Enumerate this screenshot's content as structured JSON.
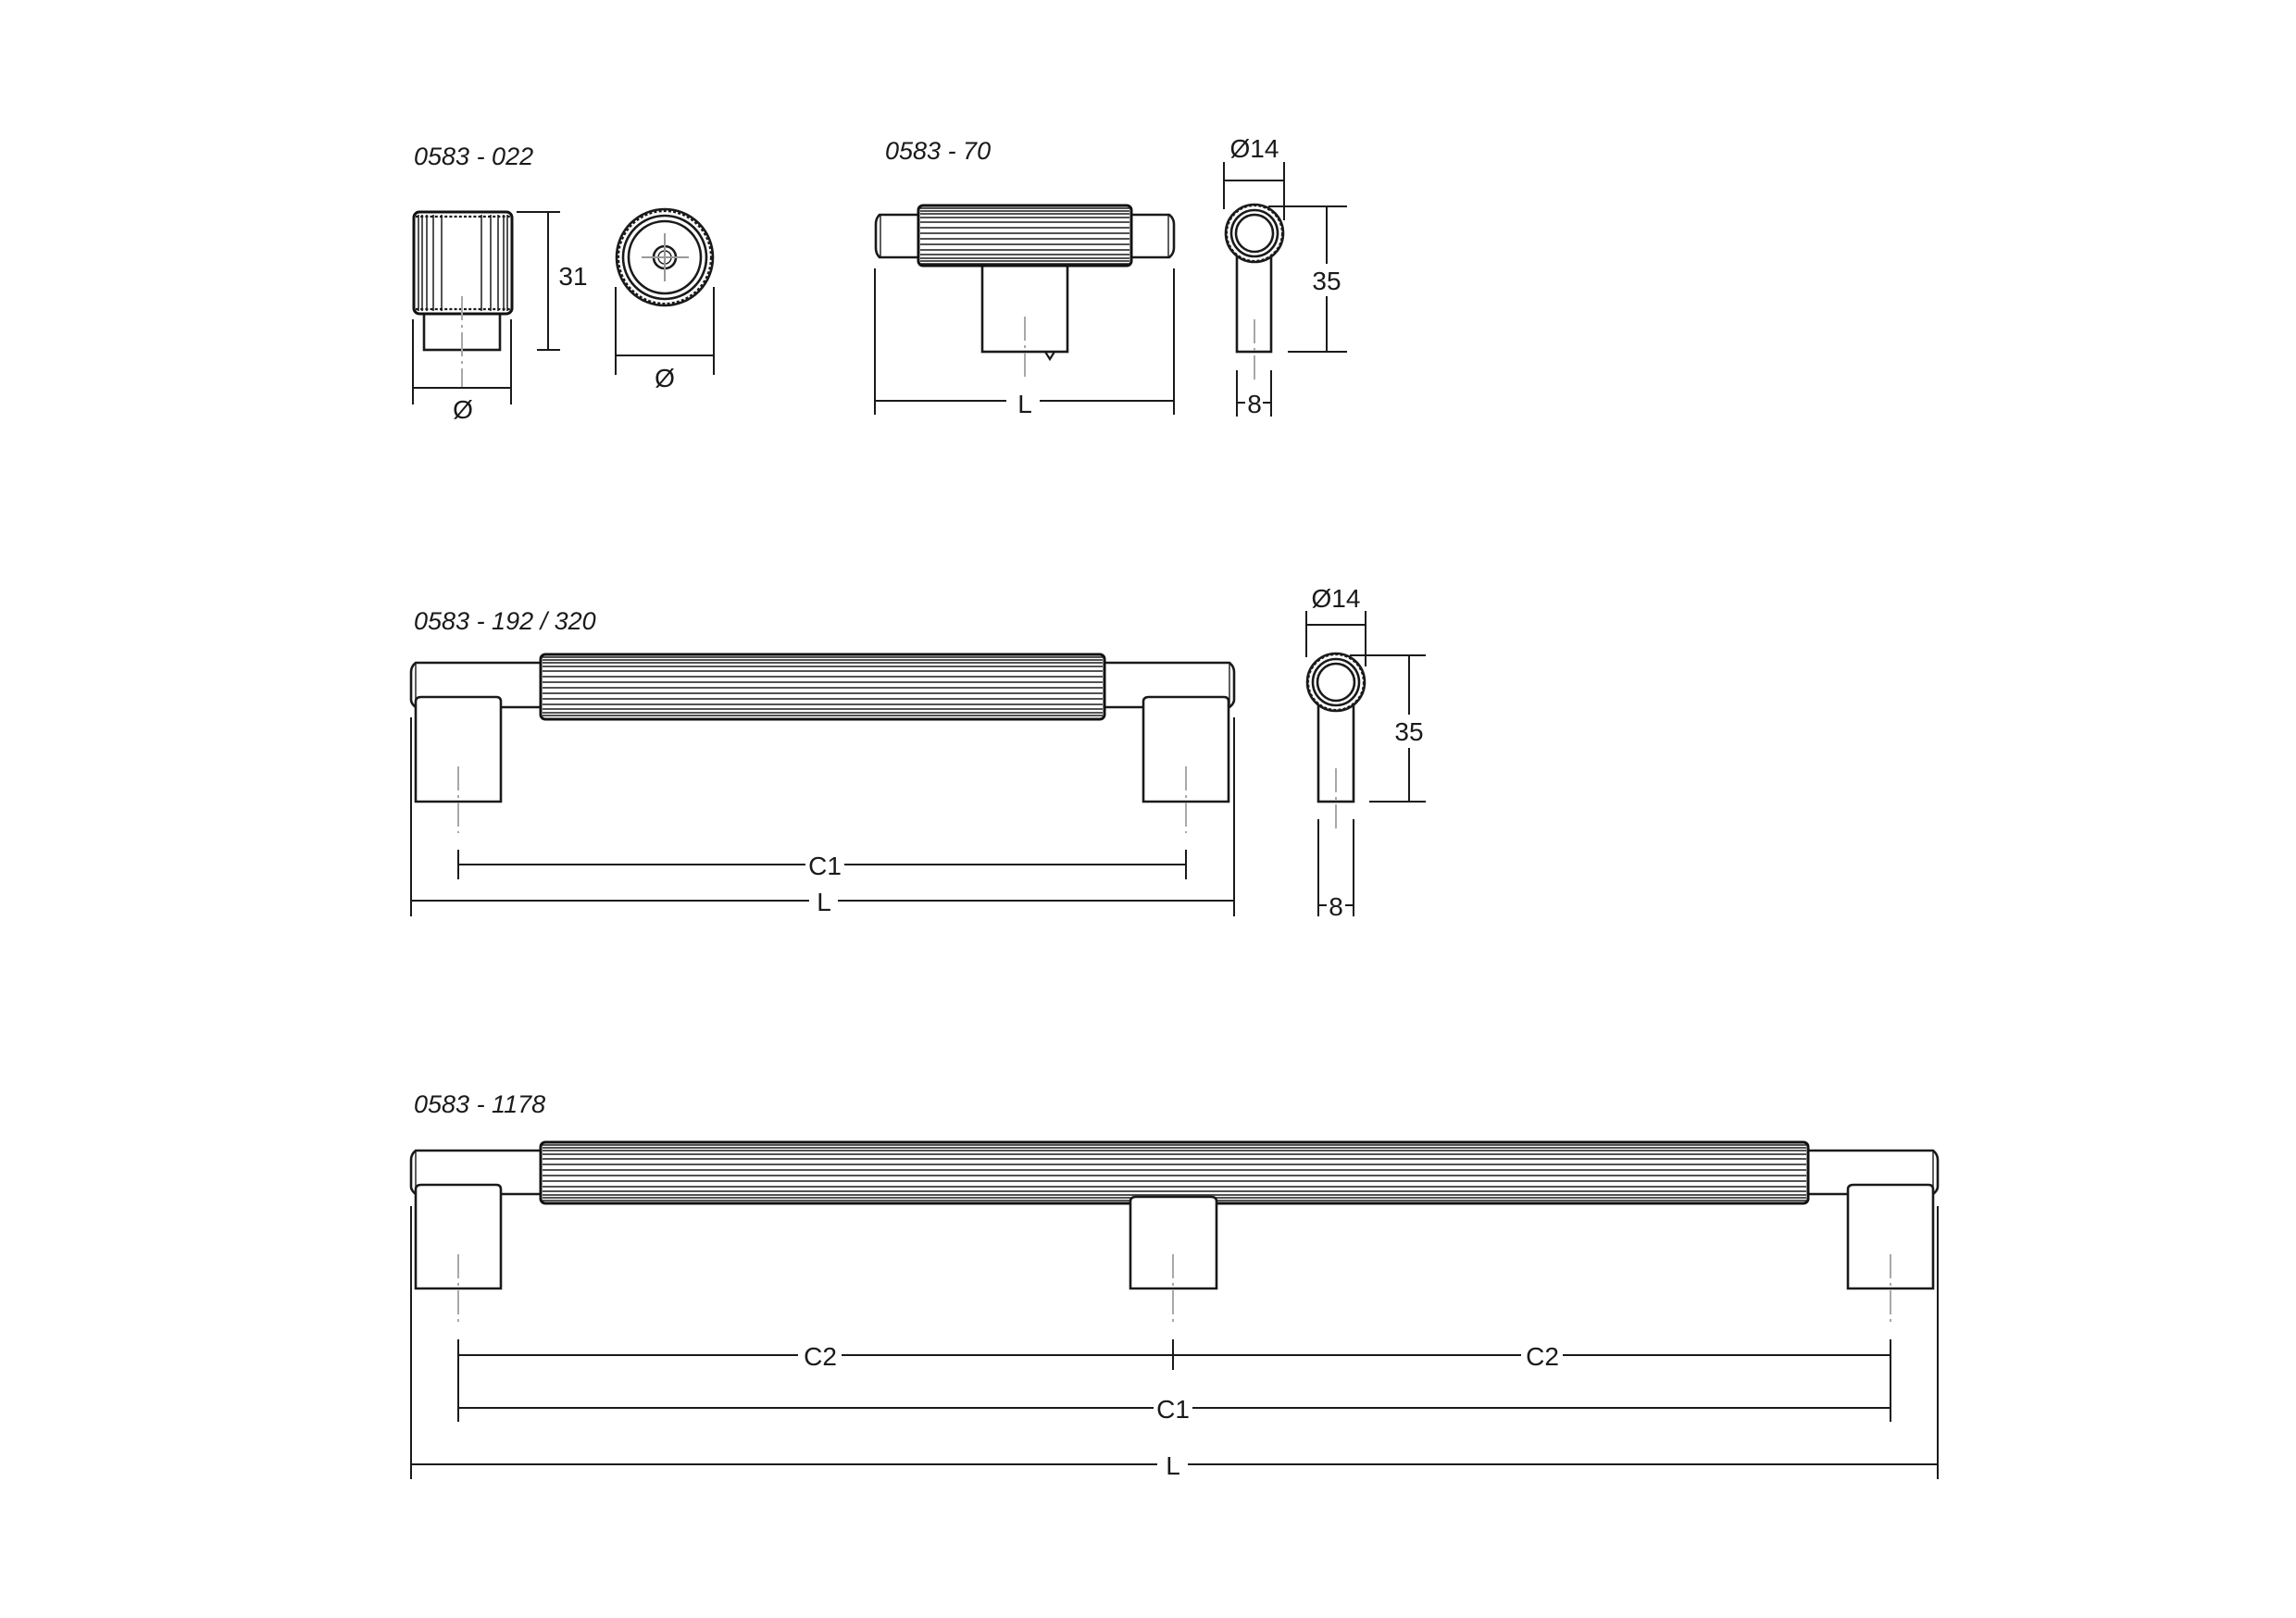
{
  "drawing": {
    "type": "technical-drawing",
    "subject": "Fluted handle/knob series 0583",
    "background": "#ffffff",
    "line_color": "#1a1a1a",
    "centerline_color": "#a8a8a8"
  },
  "views": {
    "knob": {
      "model": "0583 - 022",
      "height_label": "31",
      "diameter_label_side": "Ø",
      "diameter_label_front": "Ø"
    },
    "t_knob": {
      "model": "0583 - 70",
      "length_label": "L",
      "side_diameter_label": "Ø14",
      "side_height_label": "35",
      "side_stem_label": "8"
    },
    "handle_short": {
      "model": "0583 - 192 / 320",
      "c1_label": "C1",
      "length_label": "L",
      "side_diameter_label": "Ø14",
      "side_height_label": "35",
      "side_stem_label": "8"
    },
    "handle_long": {
      "model": "0583 - 1178",
      "c2_left_label": "C2",
      "c2_right_label": "C2",
      "c1_label": "C1",
      "length_label": "L"
    }
  }
}
